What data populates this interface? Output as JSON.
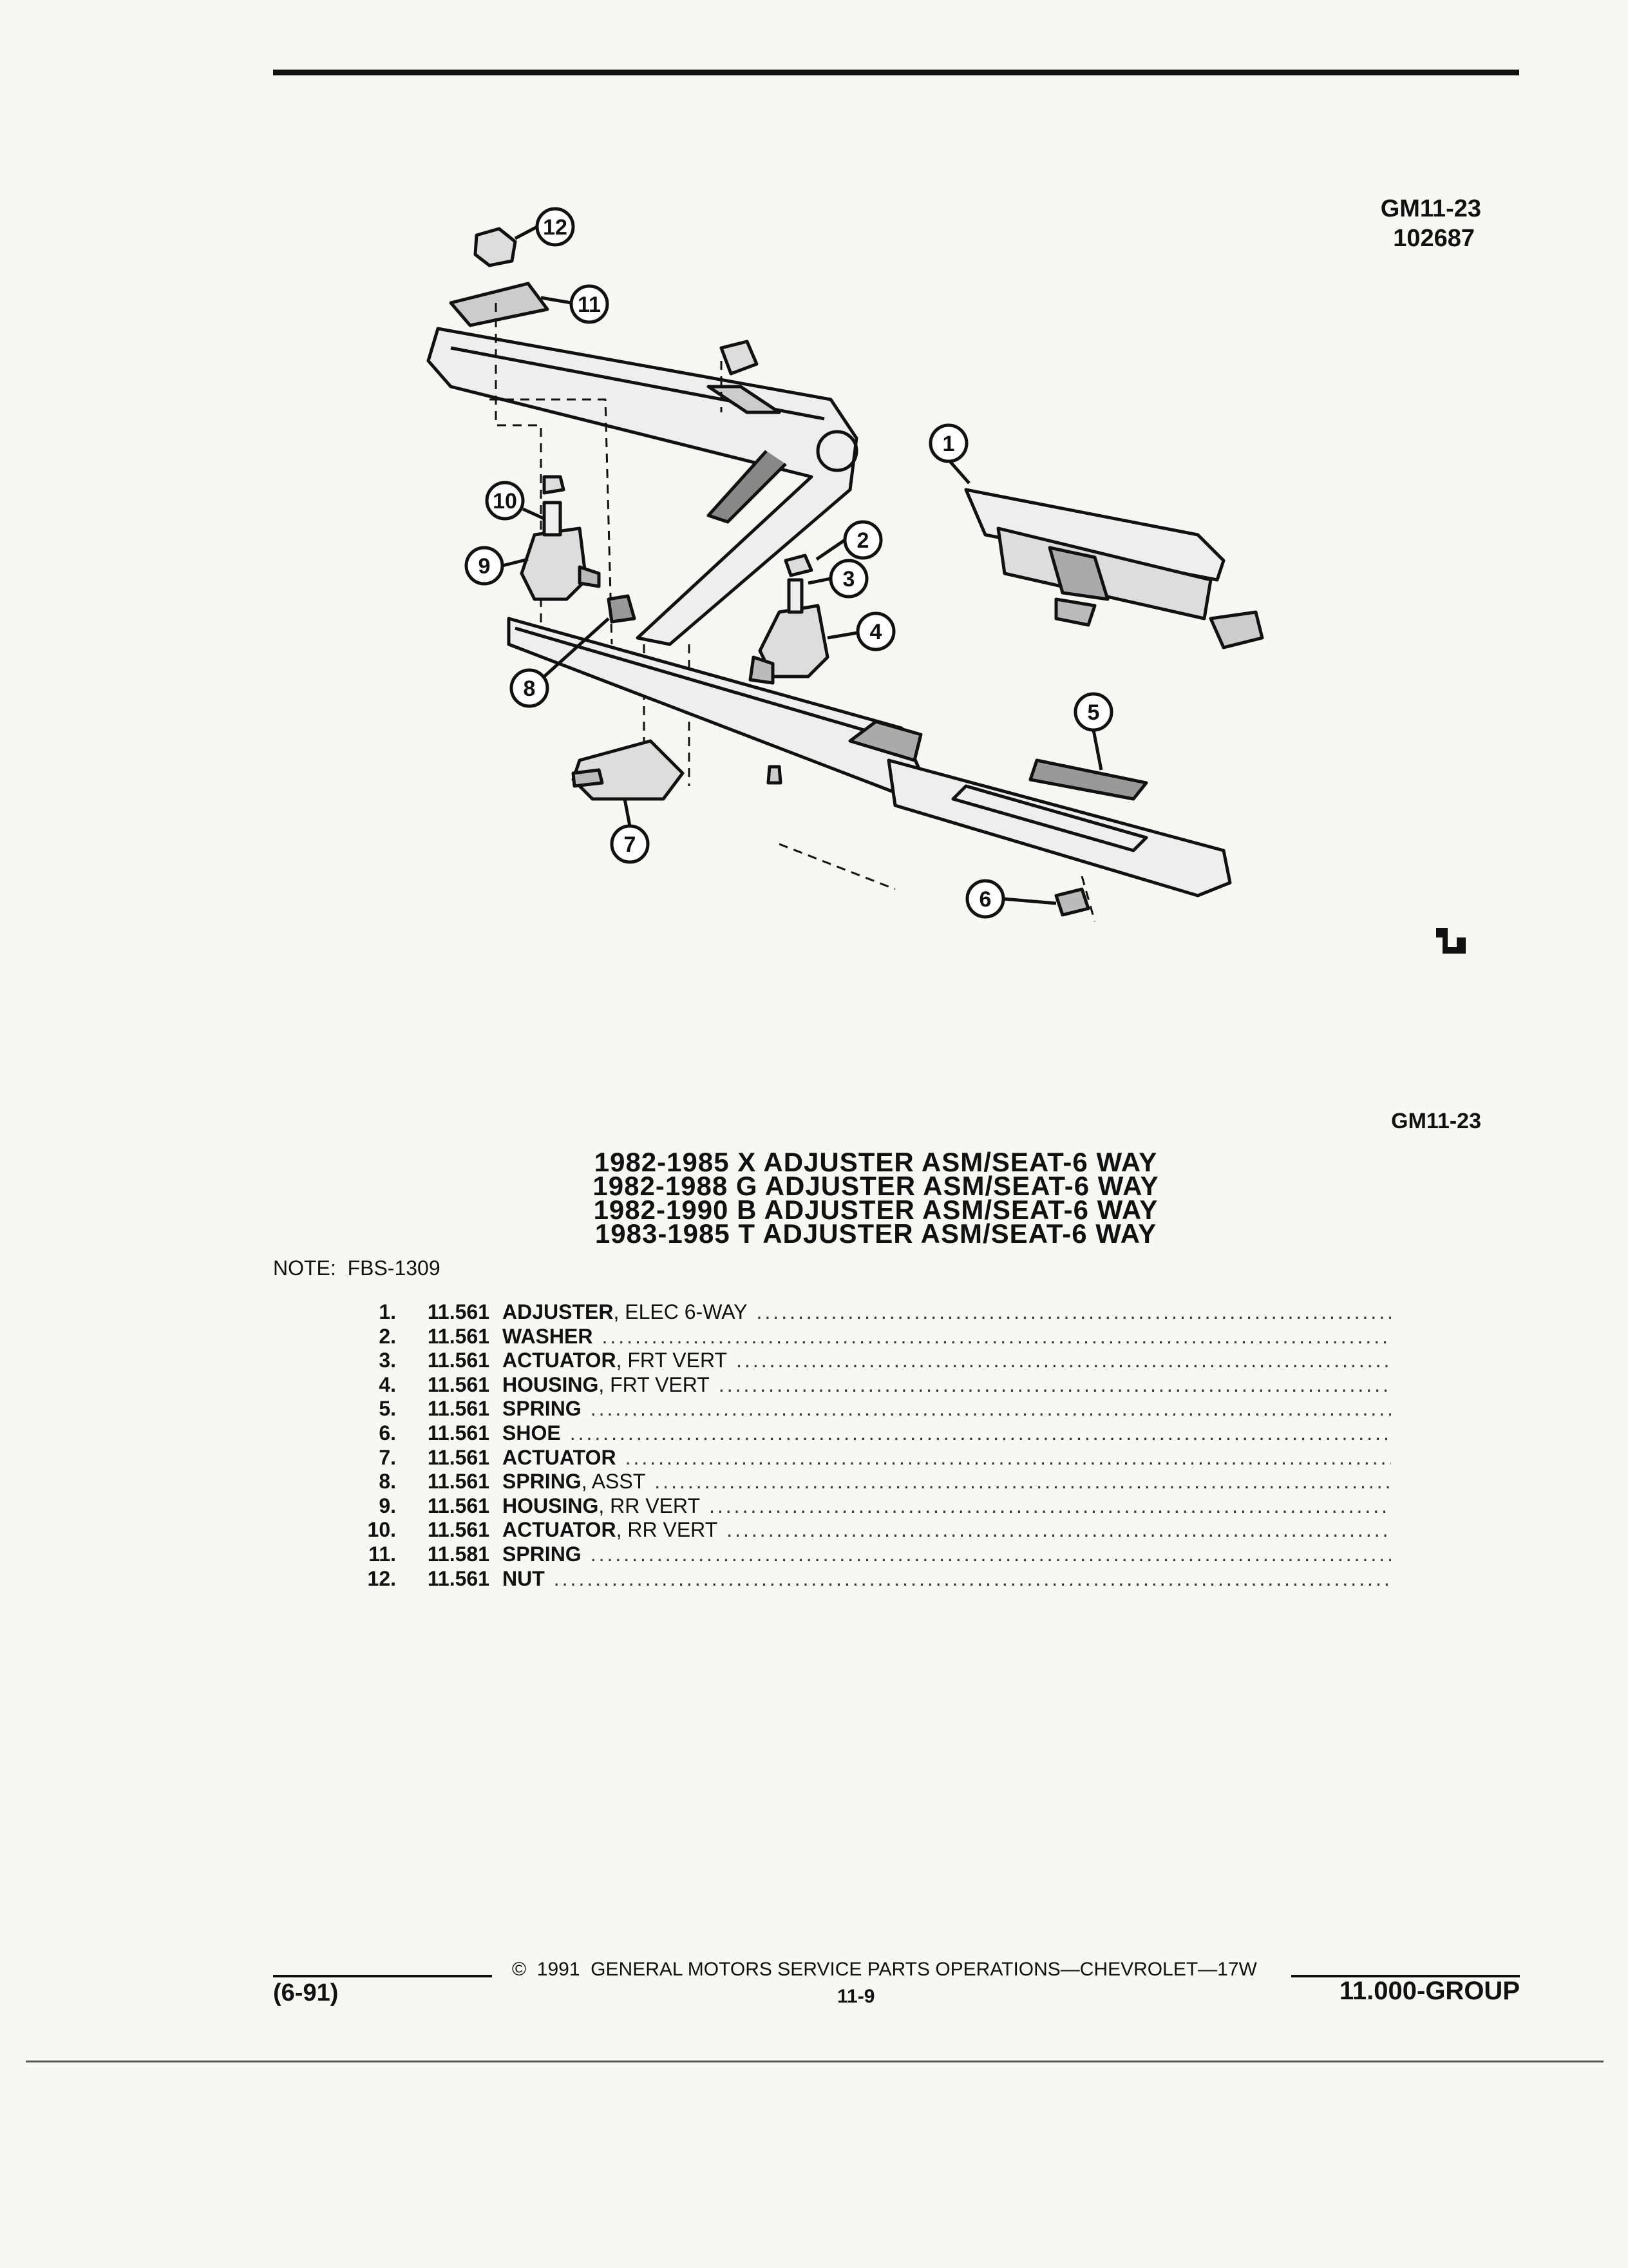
{
  "figure": {
    "code": "GM11-23",
    "number": "102687",
    "caption_code": "GM11-23",
    "callouts": [
      "1",
      "2",
      "3",
      "4",
      "5",
      "6",
      "7",
      "8",
      "9",
      "10",
      "11",
      "12"
    ]
  },
  "titles": [
    "1982-1985 X ADJUSTER ASM/SEAT-6 WAY",
    "1982-1988 G ADJUSTER ASM/SEAT-6 WAY",
    "1982-1990 B ADJUSTER ASM/SEAT-6 WAY",
    "1983-1985 T ADJUSTER ASM/SEAT-6 WAY"
  ],
  "note": "NOTE:  FBS-1309",
  "parts": [
    {
      "num": "1.",
      "code": "11.561",
      "name": "ADJUSTER",
      "desc": " , ELEC 6-WAY"
    },
    {
      "num": "2.",
      "code": "11.561",
      "name": "WASHER",
      "desc": ""
    },
    {
      "num": "3.",
      "code": "11.561",
      "name": "ACTUATOR",
      "desc": " , FRT VERT"
    },
    {
      "num": "4.",
      "code": "11.561",
      "name": "HOUSING",
      "desc": " , FRT VERT"
    },
    {
      "num": "5.",
      "code": "11.561",
      "name": "SPRING",
      "desc": ""
    },
    {
      "num": "6.",
      "code": "11.561",
      "name": "SHOE",
      "desc": ""
    },
    {
      "num": "7.",
      "code": "11.561",
      "name": "ACTUATOR",
      "desc": ""
    },
    {
      "num": "8.",
      "code": "11.561",
      "name": "SPRING",
      "desc": " , ASST"
    },
    {
      "num": "9.",
      "code": "11.561",
      "name": "HOUSING",
      "desc": " , RR VERT"
    },
    {
      "num": "10.",
      "code": "11.561",
      "name": "ACTUATOR",
      "desc": " , RR VERT"
    },
    {
      "num": "11.",
      "code": "11.581",
      "name": "SPRING",
      "desc": ""
    },
    {
      "num": "12.",
      "code": "11.561",
      "name": "NUT",
      "desc": ""
    }
  ],
  "footer": {
    "copyright": "©  1991  GENERAL MOTORS SERVICE PARTS OPERATIONS—CHEVROLET—17W",
    "date": "(6-91)",
    "page": "11-9",
    "group": "11.000-GROUP"
  }
}
